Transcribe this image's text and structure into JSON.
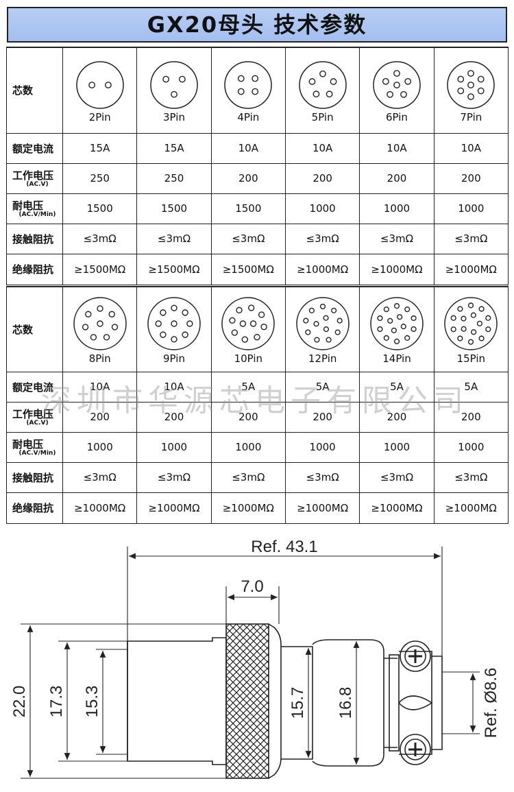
{
  "title": "GX20母头  技术参数",
  "table1": {
    "labels": {
      "cores": "芯数",
      "current": "额定电流",
      "voltage": "工作电压",
      "voltage_sub": "(AC.V)",
      "withstand": "耐电压",
      "withstand_sub": "(AC.V/Min)",
      "contact": "接触阻抗",
      "insulation": "绝缘阻抗"
    },
    "pins": [
      "2Pin",
      "3Pin",
      "4Pin",
      "5Pin",
      "6Pin",
      "7Pin"
    ],
    "current": [
      "15A",
      "15A",
      "10A",
      "10A",
      "10A",
      "10A"
    ],
    "voltage": [
      "250",
      "250",
      "200",
      "200",
      "200",
      "200"
    ],
    "withstand": [
      "1500",
      "1500",
      "1500",
      "1000",
      "1000",
      "1000"
    ],
    "contact": [
      "≤3mΩ",
      "≤3mΩ",
      "≤3mΩ",
      "≤3mΩ",
      "≤3mΩ",
      "≤3mΩ"
    ],
    "insulation": [
      "≥1500MΩ",
      "≥1500MΩ",
      "≥1500MΩ",
      "≥1000MΩ",
      "≥1000MΩ",
      "≥1000MΩ"
    ]
  },
  "table2": {
    "labels": {
      "cores": "芯数",
      "current": "额定电流",
      "voltage": "工作电压",
      "voltage_sub": "(AC.V)",
      "withstand": "耐电压",
      "withstand_sub": "(AC.V/Min)",
      "contact": "接触阻抗",
      "insulation": "绝缘阻抗"
    },
    "pins": [
      "8Pin",
      "9Pin",
      "10Pin",
      "12Pin",
      "14Pin",
      "15Pin"
    ],
    "current": [
      "10A",
      "10A",
      "5A",
      "5A",
      "5A",
      "5A"
    ],
    "voltage": [
      "200",
      "200",
      "200",
      "200",
      "200",
      "200"
    ],
    "withstand": [
      "1000",
      "1000",
      "1000",
      "1000",
      "1000",
      "1000"
    ],
    "contact": [
      "≤3mΩ",
      "≤3mΩ",
      "≤3mΩ",
      "≤3mΩ",
      "≤3mΩ",
      "≤3mΩ"
    ],
    "insulation": [
      "≥1000MΩ",
      "≥1000MΩ",
      "≥1000MΩ",
      "≥1000MΩ",
      "≥1000MΩ",
      "≥1000MΩ"
    ]
  },
  "watermark": "深圳市华源芯电子有限公司",
  "drawing": {
    "ref_length": "Ref. 43.1",
    "knurl_width": "7.0",
    "outer_dia": "22.0",
    "body_dia": "17.3",
    "inner_dia": "15.3",
    "neck_dia": "15.7",
    "sleeve_dia": "16.8",
    "cable_dia": "Ref. Ø8.6"
  },
  "colors": {
    "title_bg": "#a8c2f1",
    "border": "#222222"
  }
}
